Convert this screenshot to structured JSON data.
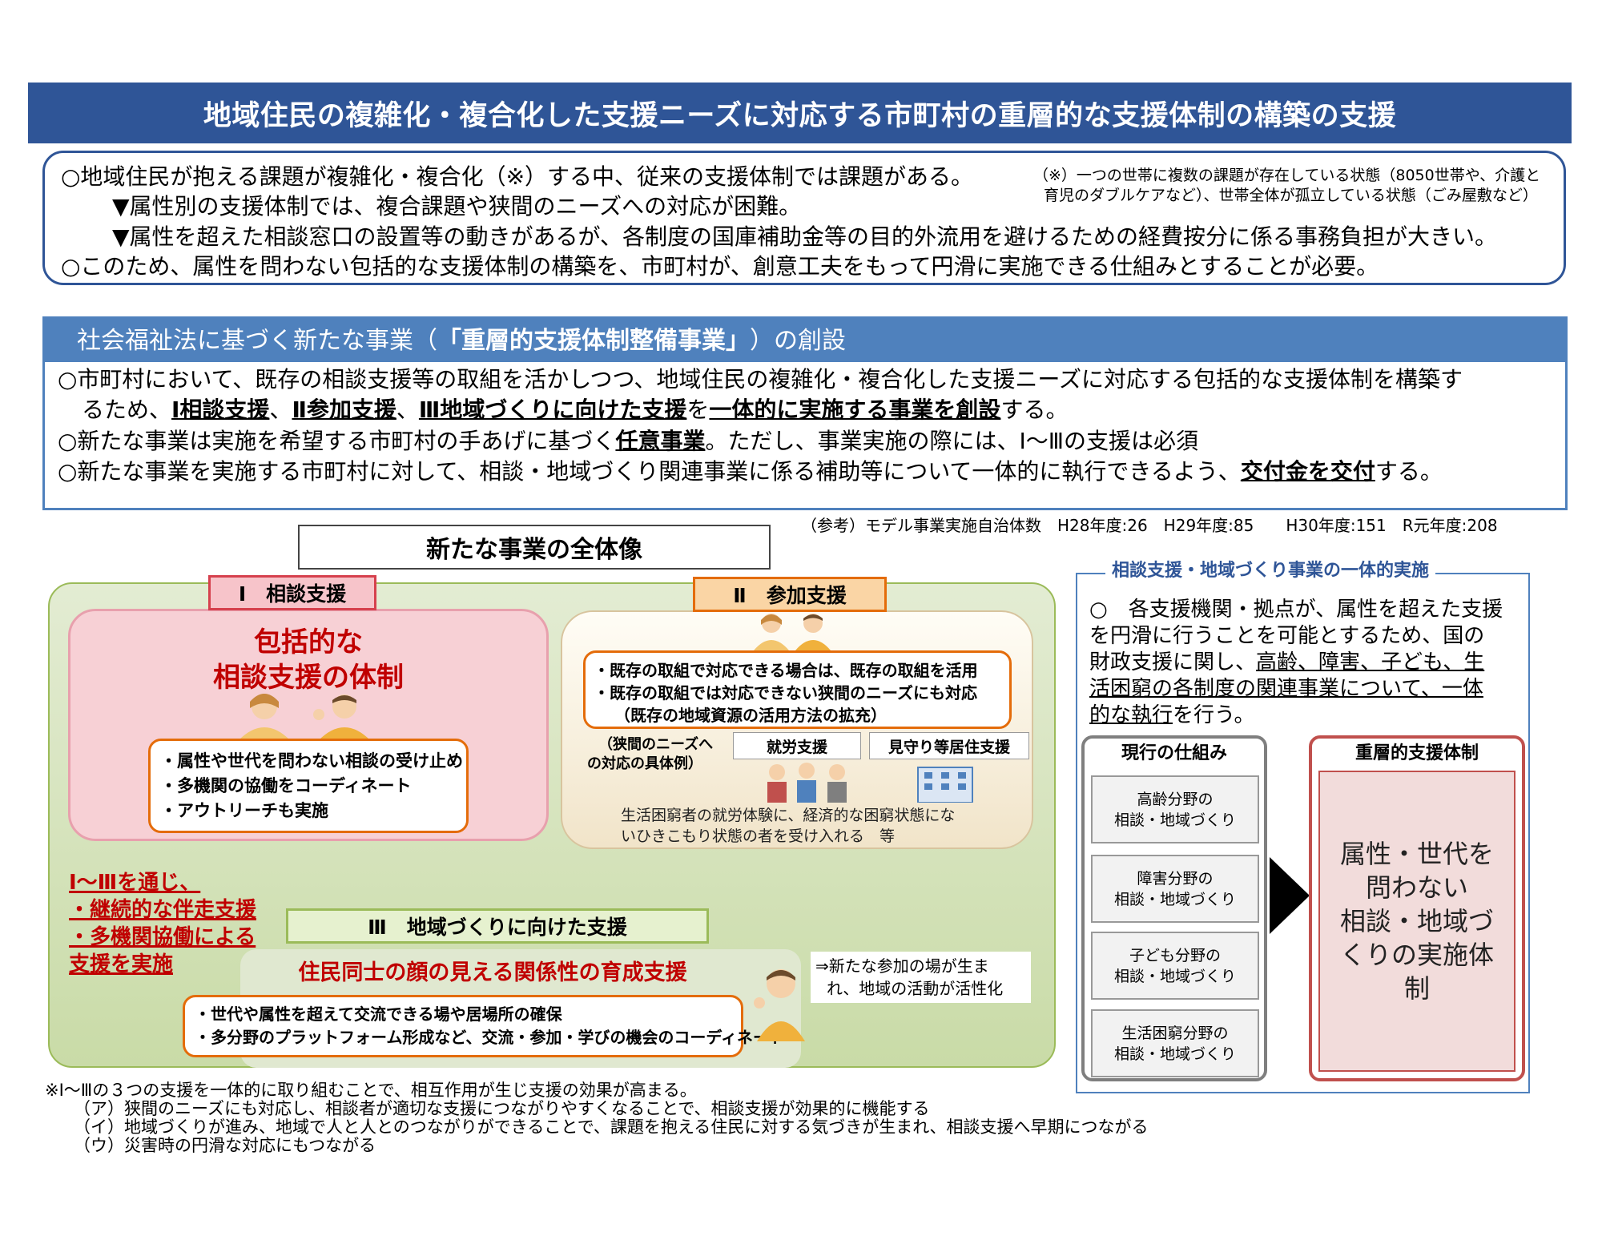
{
  "title": "地域住民の複雑化・複合化した支援ニーズに対応する市町村の重層的な支援体制の構築の支援",
  "issues": {
    "line1": "○地域住民が抱える課題が複雑化・複合化（※）する中、従来の支援体制では課題がある。",
    "footnote_line1": "（※）一つの世帯に複数の課題が存在している状態（8050世帯や、介護と",
    "footnote_line2": "育児のダブルケアなど）、世帯全体が孤立している状態（ごみ屋敷など）",
    "line2": "▼属性別の支援体制では、複合課題や狭間のニーズへの対応が困難。",
    "line3": "▼属性を超えた相談窓口の設置等の動きがあるが、各制度の国庫補助金等の目的外流用を避けるための経費按分に係る事務負担が大きい。",
    "line4": "○このため、属性を問わない包括的な支援体制の構築を、市町村が、創意工夫をもって円滑に実施できる仕組みとすることが必要。"
  },
  "new_business": {
    "header_prefix": "社会福祉法に基づく新たな事業（",
    "header_bold": "「重層的支援体制整備事業」",
    "header_suffix": "）の創設",
    "p1_line1": "○市町村において、既存の相談支援等の取組を活かしつつ、地域住民の複雑化・複合化した支援ニーズに対応する包括的な支援体制を構築す",
    "p1_l2_a": "るため、",
    "p1_l2_b": "Ⅰ相談支援",
    "p1_l2_c": "、",
    "p1_l2_d": "Ⅱ参加支援",
    "p1_l2_e": "、",
    "p1_l2_f": "Ⅲ地域づくりに向けた支援",
    "p1_l2_g": "を",
    "p1_l2_h": "一体的に実施する事業を創設",
    "p1_l2_i": "する。",
    "p2_a": "○新たな事業は実施を希望する市町村の手あげに基づく",
    "p2_b": "任意事業",
    "p2_c": "。ただし、事業実施の際には、Ⅰ～Ⅲの支援は必須",
    "p3_a": "○新たな事業を実施する市町村に対して、相談・地域づくり関連事業に係る補助等について一体的に執行できるよう、",
    "p3_b": "交付金を交付",
    "p3_c": "する。"
  },
  "reference": "（参考）モデル事業実施自治体数　H28年度:26　H29年度:85　　H30年度:151　R元年度:208",
  "overall": {
    "title": "新たな事業の全体像",
    "sec1": {
      "label": "Ⅰ　相談支援",
      "heading_line1": "包括的な",
      "heading_line2": "相談支援の体制",
      "items": [
        "・属性や世代を問わない相談の受け止め",
        "・多機関の協働をコーディネート",
        "・アウトリーチも実施"
      ]
    },
    "sec2": {
      "label": "Ⅱ　参加支援",
      "items": [
        "・既存の取組で対応できる場合は、既存の取組を活用",
        "・既存の取組では対応できない狭間のニーズにも対応",
        "（既存の地域資源の活用方法の拡充）"
      ],
      "example_label_line1": "（狭間のニーズへ",
      "example_label_line2": "の対応の具体例）",
      "tag1": "就労支援",
      "tag2": "見守り等居住支援",
      "desc_line1": "生活困窮者の就労体験に、経済的な困窮状態にな",
      "desc_line2": "いひきこもり状態の者を受け入れる　等"
    },
    "through": [
      "Ⅰ～Ⅲを通じ、",
      "・継続的な伴走支援",
      "・多機関協働による",
      "支援を実施"
    ],
    "sec3": {
      "label": "Ⅲ　地域づくりに向けた支援",
      "heading": "住民同士の顔の見える関係性の育成支援",
      "items": [
        "・世代や属性を超えて交流できる場や居場所の確保",
        "・多分野のプラットフォーム形成など、交流・参加・学びの機会のコーディネート"
      ],
      "note_line1": "⇒新たな参加の場が生ま",
      "note_line2": "れ、地域の活動が活性化"
    }
  },
  "integrated": {
    "title": "相談支援・地域づくり事業の一体的実施",
    "l1": "○　各支援機関・拠点が、属性を超えた支援",
    "l2": "を円滑に行うことを可能とするため、国の",
    "l3a": "財政支援に関し、",
    "l3b": "高齢、障害、子ども、生",
    "l4": "活困窮の各制度の関連事業について、一体",
    "l5a": "的な執行",
    "l5b": "を行う。",
    "current_title": "現行の仕組み",
    "fields": [
      {
        "line1": "高齢分野の",
        "line2": "相談・地域づくり"
      },
      {
        "line1": "障害分野の",
        "line2": "相談・地域づくり"
      },
      {
        "line1": "子ども分野の",
        "line2": "相談・地域づくり"
      },
      {
        "line1": "生活困窮分野の",
        "line2": "相談・地域づくり"
      }
    ],
    "multi_title": "重層的支援体制",
    "multi_lines": [
      "属性・世代を",
      "問わない",
      "相談・地域づ",
      "くりの実施体",
      "制"
    ]
  },
  "footnotes": [
    "※Ⅰ～Ⅲの３つの支援を一体的に取り組むことで、相互作用が生じ支援の効果が高まる。",
    "（ア）狭間のニーズにも対応し、相談者が適切な支援につながりやすくなることで、相談支援が効果的に機能する",
    "（イ）地域づくりが進み、地域で人と人とのつながりができることで、課題を抱える住民に対する気づきが生まれ、相談支援へ早期につながる",
    "（ウ）災害時の円滑な対応にもつながる"
  ],
  "colors": {
    "title_bg": "#2f5597",
    "section_header_bg": "#4f81bd",
    "accent_red": "#c00000",
    "accent_orange": "#e46c0a"
  }
}
